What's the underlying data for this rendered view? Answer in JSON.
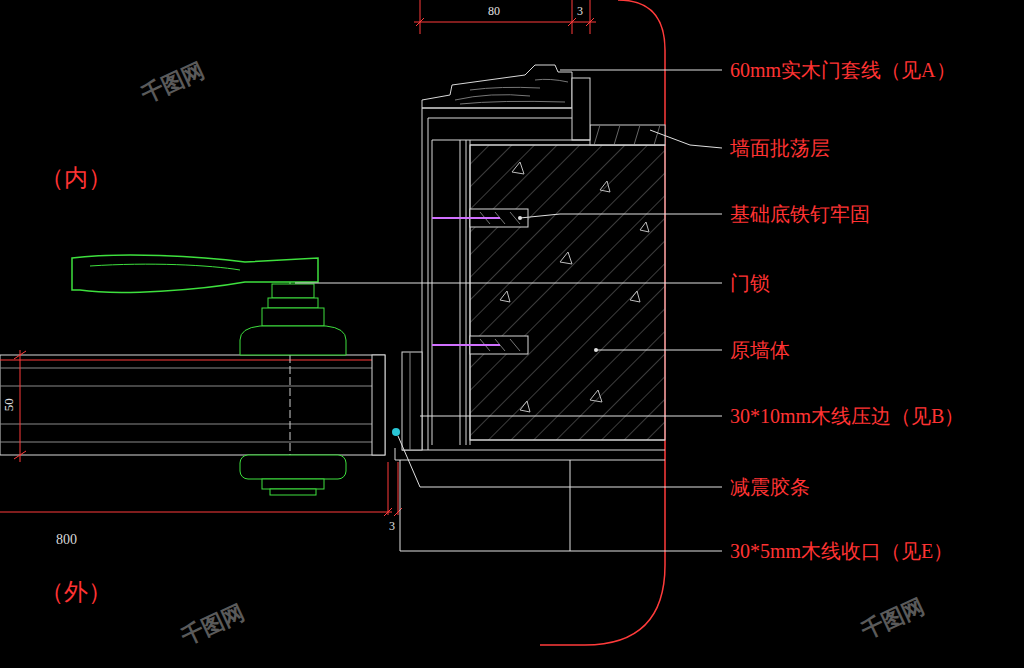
{
  "diagram": {
    "labels": [
      "80",
      "3",
      "60mm实木门套线（见A）",
      "墙面批荡层",
      "（内）",
      "基础底铁钉牢固",
      "门锁",
      "原墙体",
      "50",
      "30*10mm木线压边（见B）",
      "减震胶条",
      "3",
      "800",
      "30*5mm木线收口（见E）",
      "（外）",
      "千图网",
      "千图网",
      "千图网"
    ]
  }
}
